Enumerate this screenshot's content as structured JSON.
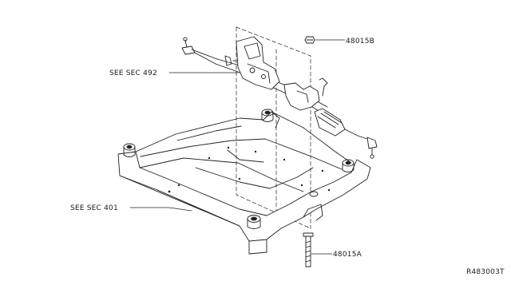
{
  "callouts": {
    "see_sec_492": "SEE SEC 492",
    "see_sec_401": "SEE SEC 401",
    "part_48015b": "48015B",
    "part_48015a": "48015A"
  },
  "diagram_code": "R483003T"
}
